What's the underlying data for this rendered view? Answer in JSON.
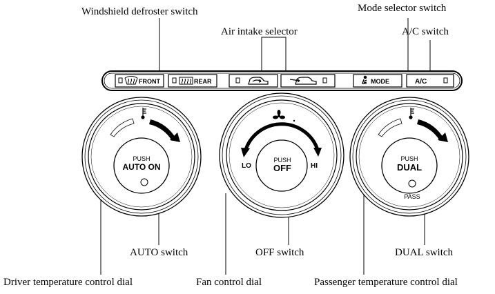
{
  "callouts": {
    "windshield_defroster_switch": "Windshield defroster switch",
    "mode_selector_switch": "Mode selector switch",
    "air_intake_selector": "Air intake selector",
    "ac_switch": "A/C switch",
    "auto_switch": "AUTO switch",
    "off_switch": "OFF switch",
    "dual_switch": "DUAL switch",
    "driver_temperature_control_dial": "Driver temperature control dial",
    "fan_control_dial": "Fan control dial",
    "passenger_temperature_control_dial": "Passenger temperature control dial"
  },
  "buttons": {
    "front_defrost": "FRONT",
    "rear_defrost": "REAR",
    "mode": "MODE",
    "ac": "A/C"
  },
  "dials": {
    "driver": {
      "push": "PUSH",
      "main": "AUTO ON"
    },
    "fan": {
      "push": "PUSH",
      "main": "OFF",
      "lo": "LO",
      "hi": "HI"
    },
    "passenger": {
      "push": "PUSH",
      "main": "DUAL",
      "sub": "PASS"
    }
  },
  "icons": {
    "front_defrost": "windshield-defrost-icon",
    "rear_defrost": "rear-defrost-icon",
    "recirculate": "recirculate-air-icon",
    "fresh_air": "fresh-air-icon",
    "mode": "airflow-mode-icon",
    "temperature": "thermometer-icon",
    "fan": "fan-icon"
  }
}
